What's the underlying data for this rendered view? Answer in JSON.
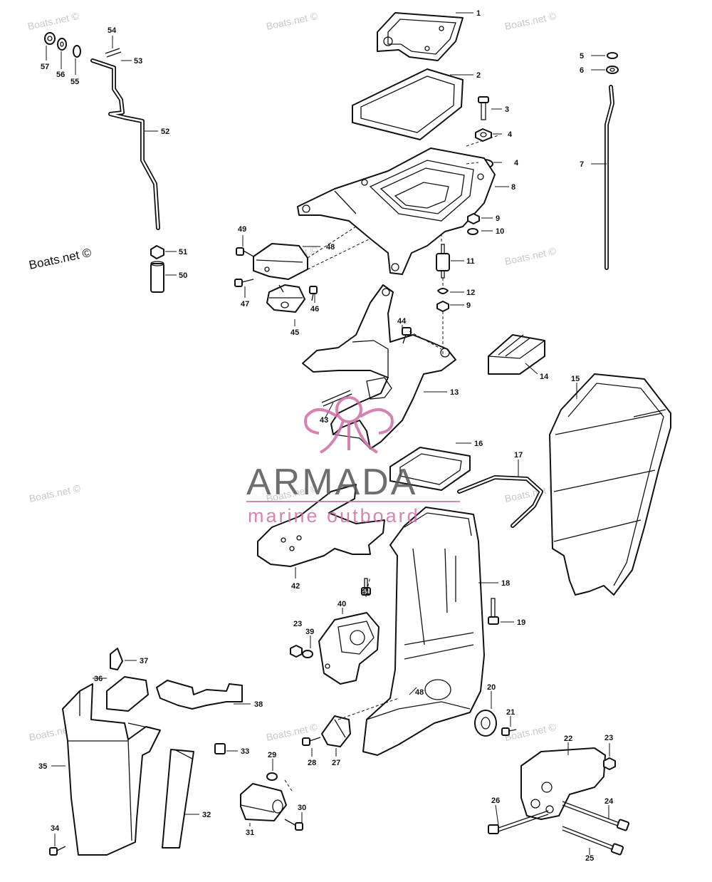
{
  "watermarks": {
    "site": "Boats.net ©",
    "brand_name": "ARMADA",
    "brand_tagline": "marine outboard"
  },
  "callouts": [
    {
      "id": "1",
      "label": "1"
    },
    {
      "id": "2",
      "label": "2"
    },
    {
      "id": "3",
      "label": "3"
    },
    {
      "id": "4a",
      "label": "4"
    },
    {
      "id": "4b",
      "label": "4"
    },
    {
      "id": "5",
      "label": "5"
    },
    {
      "id": "6",
      "label": "6"
    },
    {
      "id": "7",
      "label": "7"
    },
    {
      "id": "8",
      "label": "8"
    },
    {
      "id": "9a",
      "label": "9"
    },
    {
      "id": "10",
      "label": "10"
    },
    {
      "id": "11",
      "label": "11"
    },
    {
      "id": "12",
      "label": "12"
    },
    {
      "id": "9b",
      "label": "9"
    },
    {
      "id": "13",
      "label": "13"
    },
    {
      "id": "14",
      "label": "14"
    },
    {
      "id": "15",
      "label": "15"
    },
    {
      "id": "16",
      "label": "16"
    },
    {
      "id": "17",
      "label": "17"
    },
    {
      "id": "18",
      "label": "18"
    },
    {
      "id": "19",
      "label": "19"
    },
    {
      "id": "20",
      "label": "20"
    },
    {
      "id": "21",
      "label": "21"
    },
    {
      "id": "22",
      "label": "22"
    },
    {
      "id": "23a",
      "label": "23"
    },
    {
      "id": "24",
      "label": "24"
    },
    {
      "id": "25",
      "label": "25"
    },
    {
      "id": "26",
      "label": "26"
    },
    {
      "id": "27",
      "label": "27"
    },
    {
      "id": "28",
      "label": "28"
    },
    {
      "id": "29",
      "label": "29"
    },
    {
      "id": "30",
      "label": "30"
    },
    {
      "id": "31",
      "label": "31"
    },
    {
      "id": "32",
      "label": "32"
    },
    {
      "id": "33",
      "label": "33"
    },
    {
      "id": "34",
      "label": "34"
    },
    {
      "id": "35",
      "label": "35"
    },
    {
      "id": "36",
      "label": "36"
    },
    {
      "id": "37",
      "label": "37"
    },
    {
      "id": "38",
      "label": "38"
    },
    {
      "id": "39",
      "label": "39"
    },
    {
      "id": "40",
      "label": "40"
    },
    {
      "id": "41",
      "label": "41"
    },
    {
      "id": "42",
      "label": "42"
    },
    {
      "id": "43",
      "label": "43"
    },
    {
      "id": "44",
      "label": "44"
    },
    {
      "id": "45",
      "label": "45"
    },
    {
      "id": "46",
      "label": "46"
    },
    {
      "id": "47",
      "label": "47"
    },
    {
      "id": "48a",
      "label": "48"
    },
    {
      "id": "48b",
      "label": "48"
    },
    {
      "id": "49",
      "label": "49"
    },
    {
      "id": "50",
      "label": "50"
    },
    {
      "id": "51",
      "label": "51"
    },
    {
      "id": "52",
      "label": "52"
    },
    {
      "id": "53",
      "label": "53"
    },
    {
      "id": "54",
      "label": "54"
    },
    {
      "id": "55",
      "label": "55"
    },
    {
      "id": "56",
      "label": "56"
    },
    {
      "id": "57",
      "label": "57"
    },
    {
      "id": "23b",
      "label": "23"
    }
  ],
  "colors": {
    "line": "#111111",
    "brand_gray": "#555555",
    "brand_pink": "#d06ea6",
    "watermark": "#c8c8c8"
  }
}
